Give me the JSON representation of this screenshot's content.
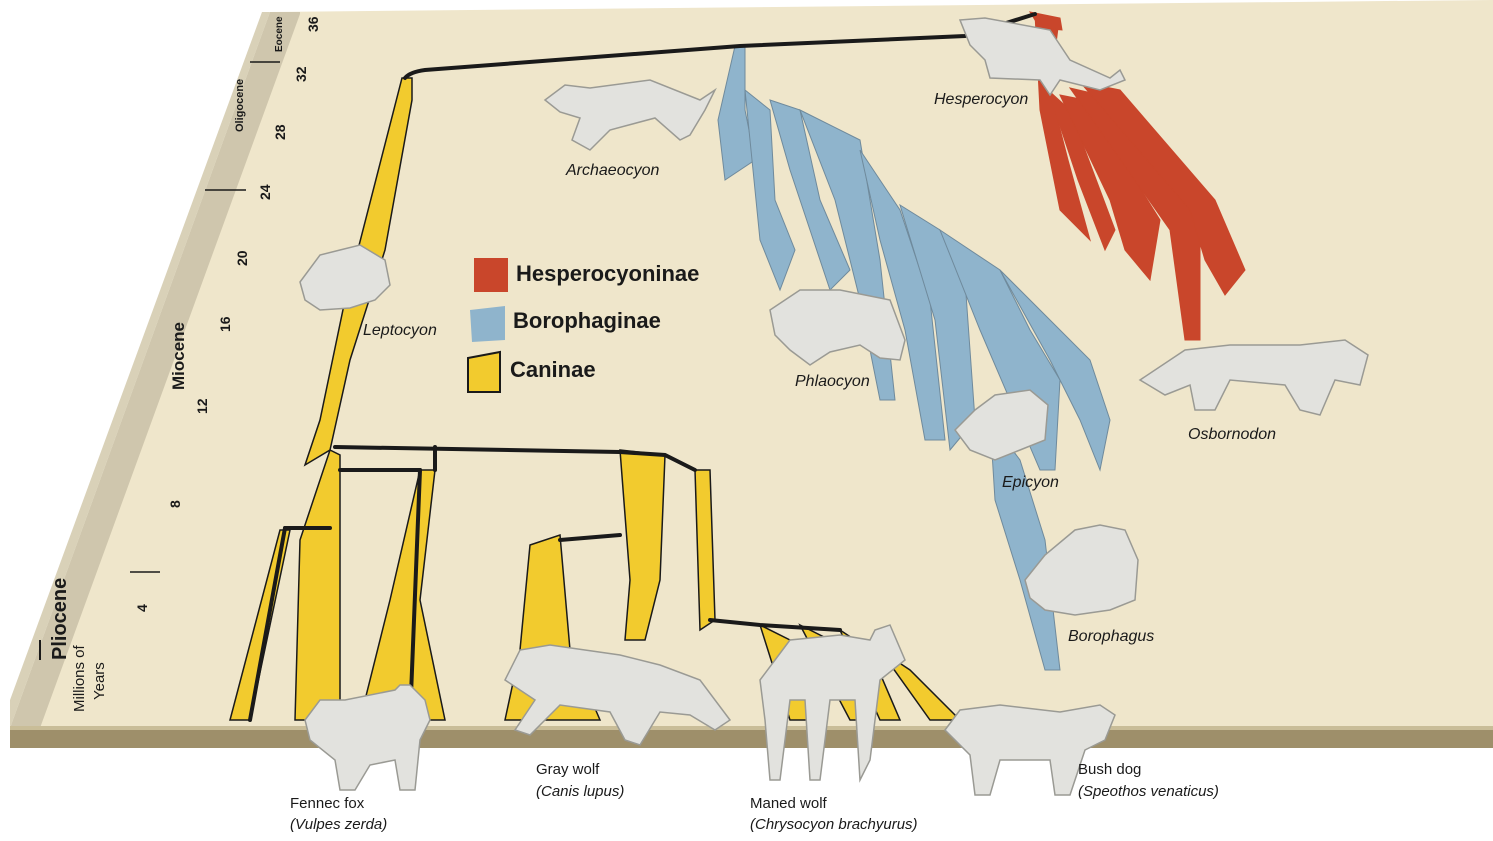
{
  "colors": {
    "hesperocyoninae": "#c9462b",
    "borophaginae": "#8fb4cc",
    "caninae": "#f2cb2e",
    "ground": "#efe6cb",
    "base": "#9e8f6a",
    "wall": "#cfc6ad",
    "animal": "#e2e2de"
  },
  "legend": [
    {
      "name": "Hesperocyoninae",
      "color_key": "hesperocyoninae"
    },
    {
      "name": "Borophaginae",
      "color_key": "borophaginae"
    },
    {
      "name": "Caninae",
      "color_key": "caninae"
    }
  ],
  "axis": {
    "title_line1": "Millions of",
    "title_line2": "Years",
    "epochs": [
      "Pliocene",
      "Miocene",
      "Oligocene",
      "Eocene"
    ],
    "ticks": [
      "4",
      "8",
      "12",
      "16",
      "20",
      "24",
      "28",
      "32",
      "36"
    ]
  },
  "taxa": {
    "hesperocyon": "Hesperocyon",
    "archaeocyon": "Archaeocyon",
    "leptocyon": "Leptocyon",
    "phlaocyon": "Phlaocyon",
    "epicyon": "Epicyon",
    "osbornodon": "Osbornodon",
    "borophagus": "Borophagus"
  },
  "species": [
    {
      "common": "Fennec fox",
      "scientific": "(Vulpes zerda)"
    },
    {
      "common": "Gray wolf",
      "scientific": "(Canis lupus)"
    },
    {
      "common": "Maned wolf",
      "scientific": "(Chrysocyon brachyurus)"
    },
    {
      "common": "Bush dog",
      "scientific": "(Speothos venaticus)"
    }
  ]
}
